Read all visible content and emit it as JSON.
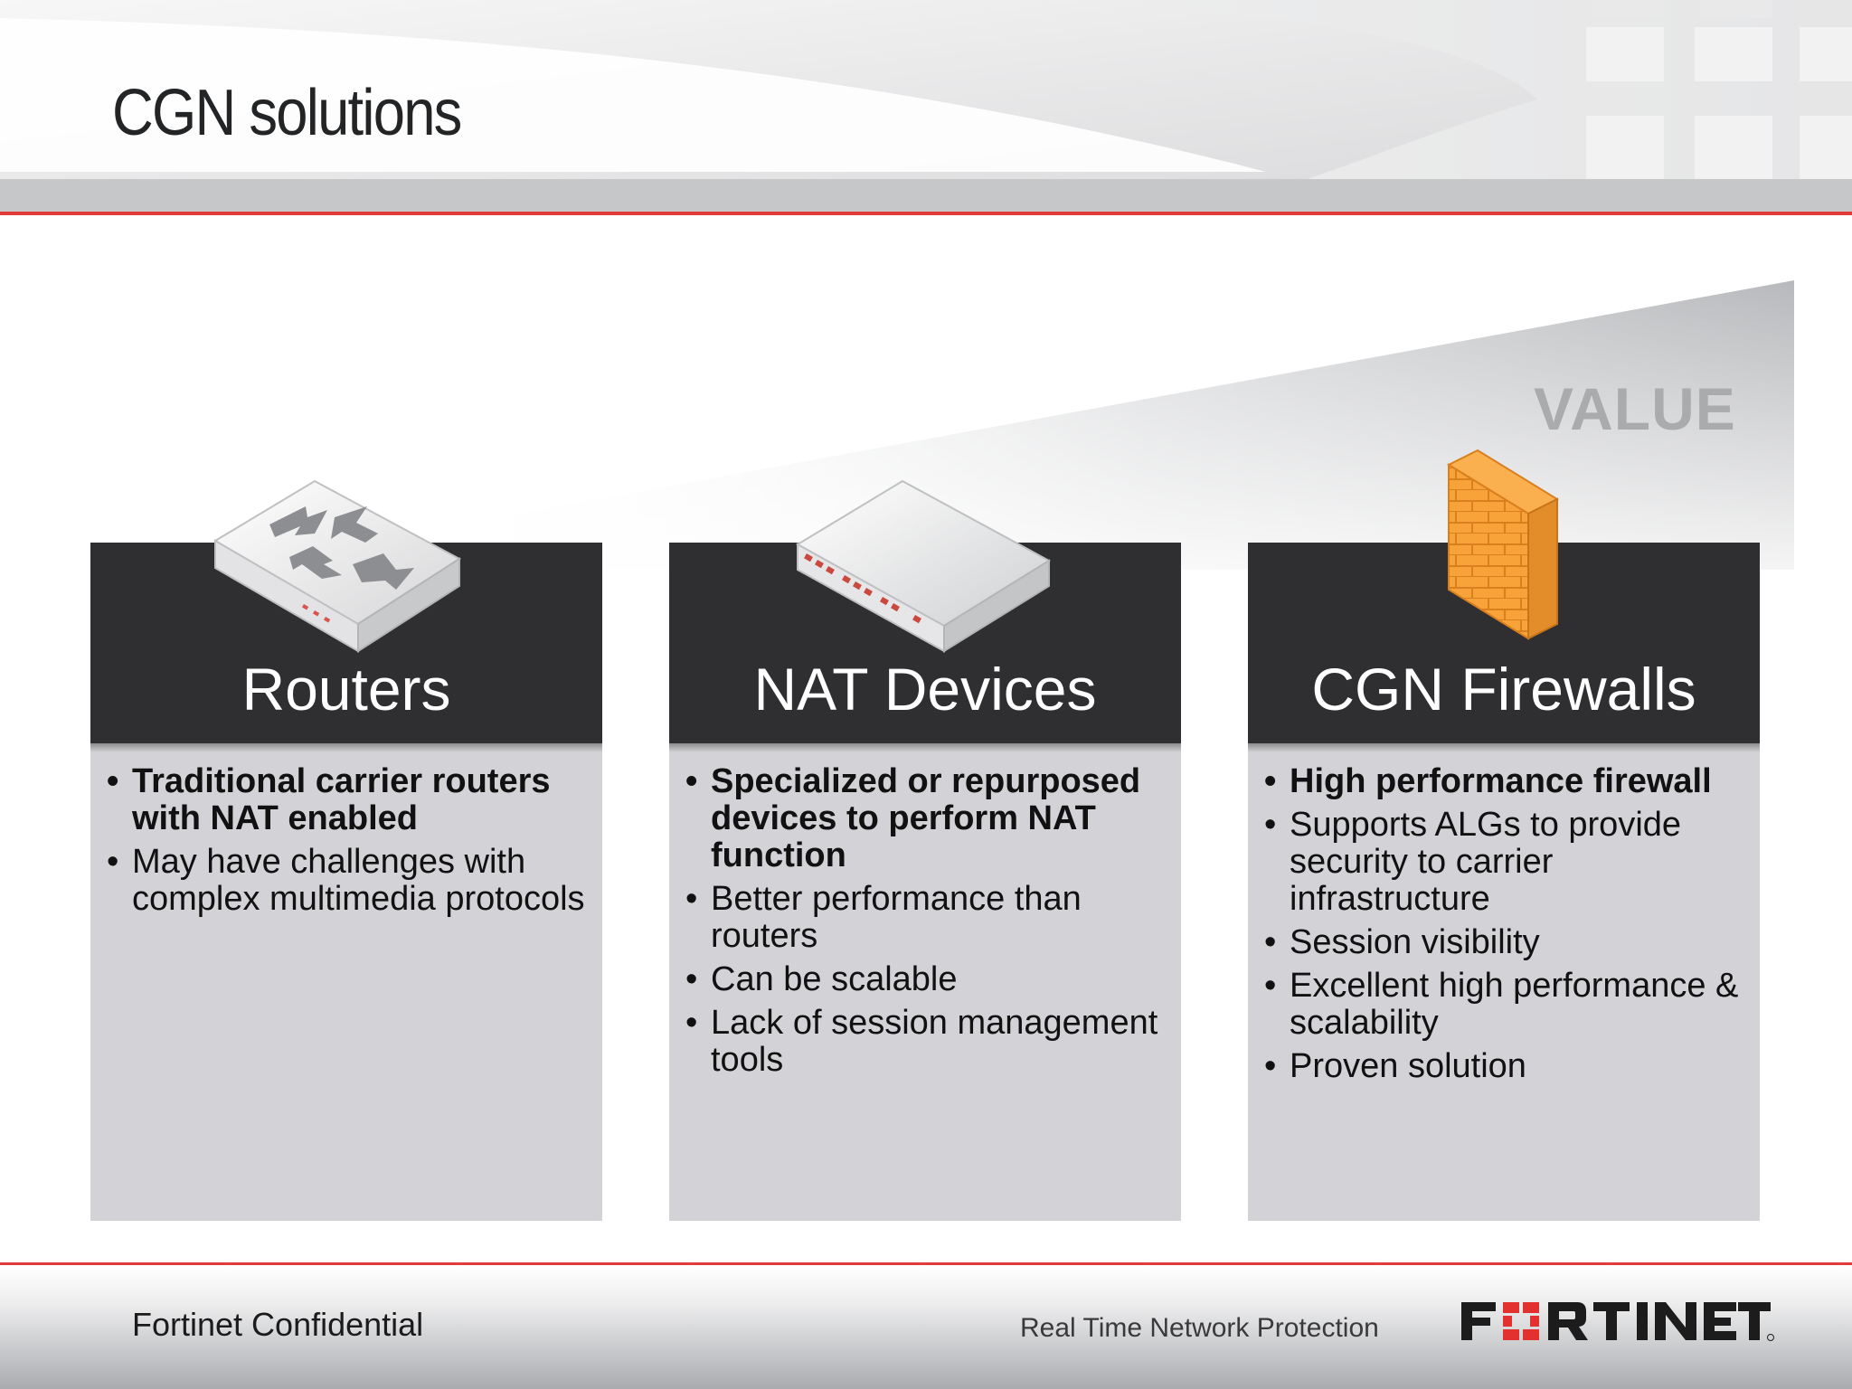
{
  "slide": {
    "title": "CGN solutions",
    "value_label": "VALUE"
  },
  "columns": [
    {
      "title": "Routers",
      "icon": "router-icon",
      "bullets": [
        {
          "text": "Traditional carrier routers with NAT enabled",
          "bold": true
        },
        {
          "text": "May have challenges with complex multimedia protocols",
          "bold": false
        }
      ]
    },
    {
      "title": "NAT Devices",
      "icon": "nat-device-icon",
      "bullets": [
        {
          "text": "Specialized or repurposed devices to perform NAT function",
          "bold": true
        },
        {
          "text": "Better performance than routers",
          "bold": false
        },
        {
          "text": "Can be scalable",
          "bold": false
        },
        {
          "text": "Lack of session management tools",
          "bold": false
        }
      ]
    },
    {
      "title": "CGN Firewalls",
      "icon": "firewall-icon",
      "bullets": [
        {
          "text": "High performance firewall",
          "bold": true
        },
        {
          "text": "Supports ALGs to provide security to carrier infrastructure",
          "bold": false
        },
        {
          "text": "Session visibility",
          "bold": false
        },
        {
          "text": "Excellent high performance & scalability",
          "bold": false
        },
        {
          "text": "Proven solution",
          "bold": false
        }
      ]
    }
  ],
  "footer": {
    "confidential": "Fortinet Confidential",
    "tagline": "Real Time Network Protection",
    "logo_text": "FORTINET"
  },
  "colors": {
    "accent_red": "#e23b3b",
    "header_dark": "#2f2f31",
    "body_gray": "#d3d2d6",
    "firewall_orange": "#f5a43a"
  }
}
